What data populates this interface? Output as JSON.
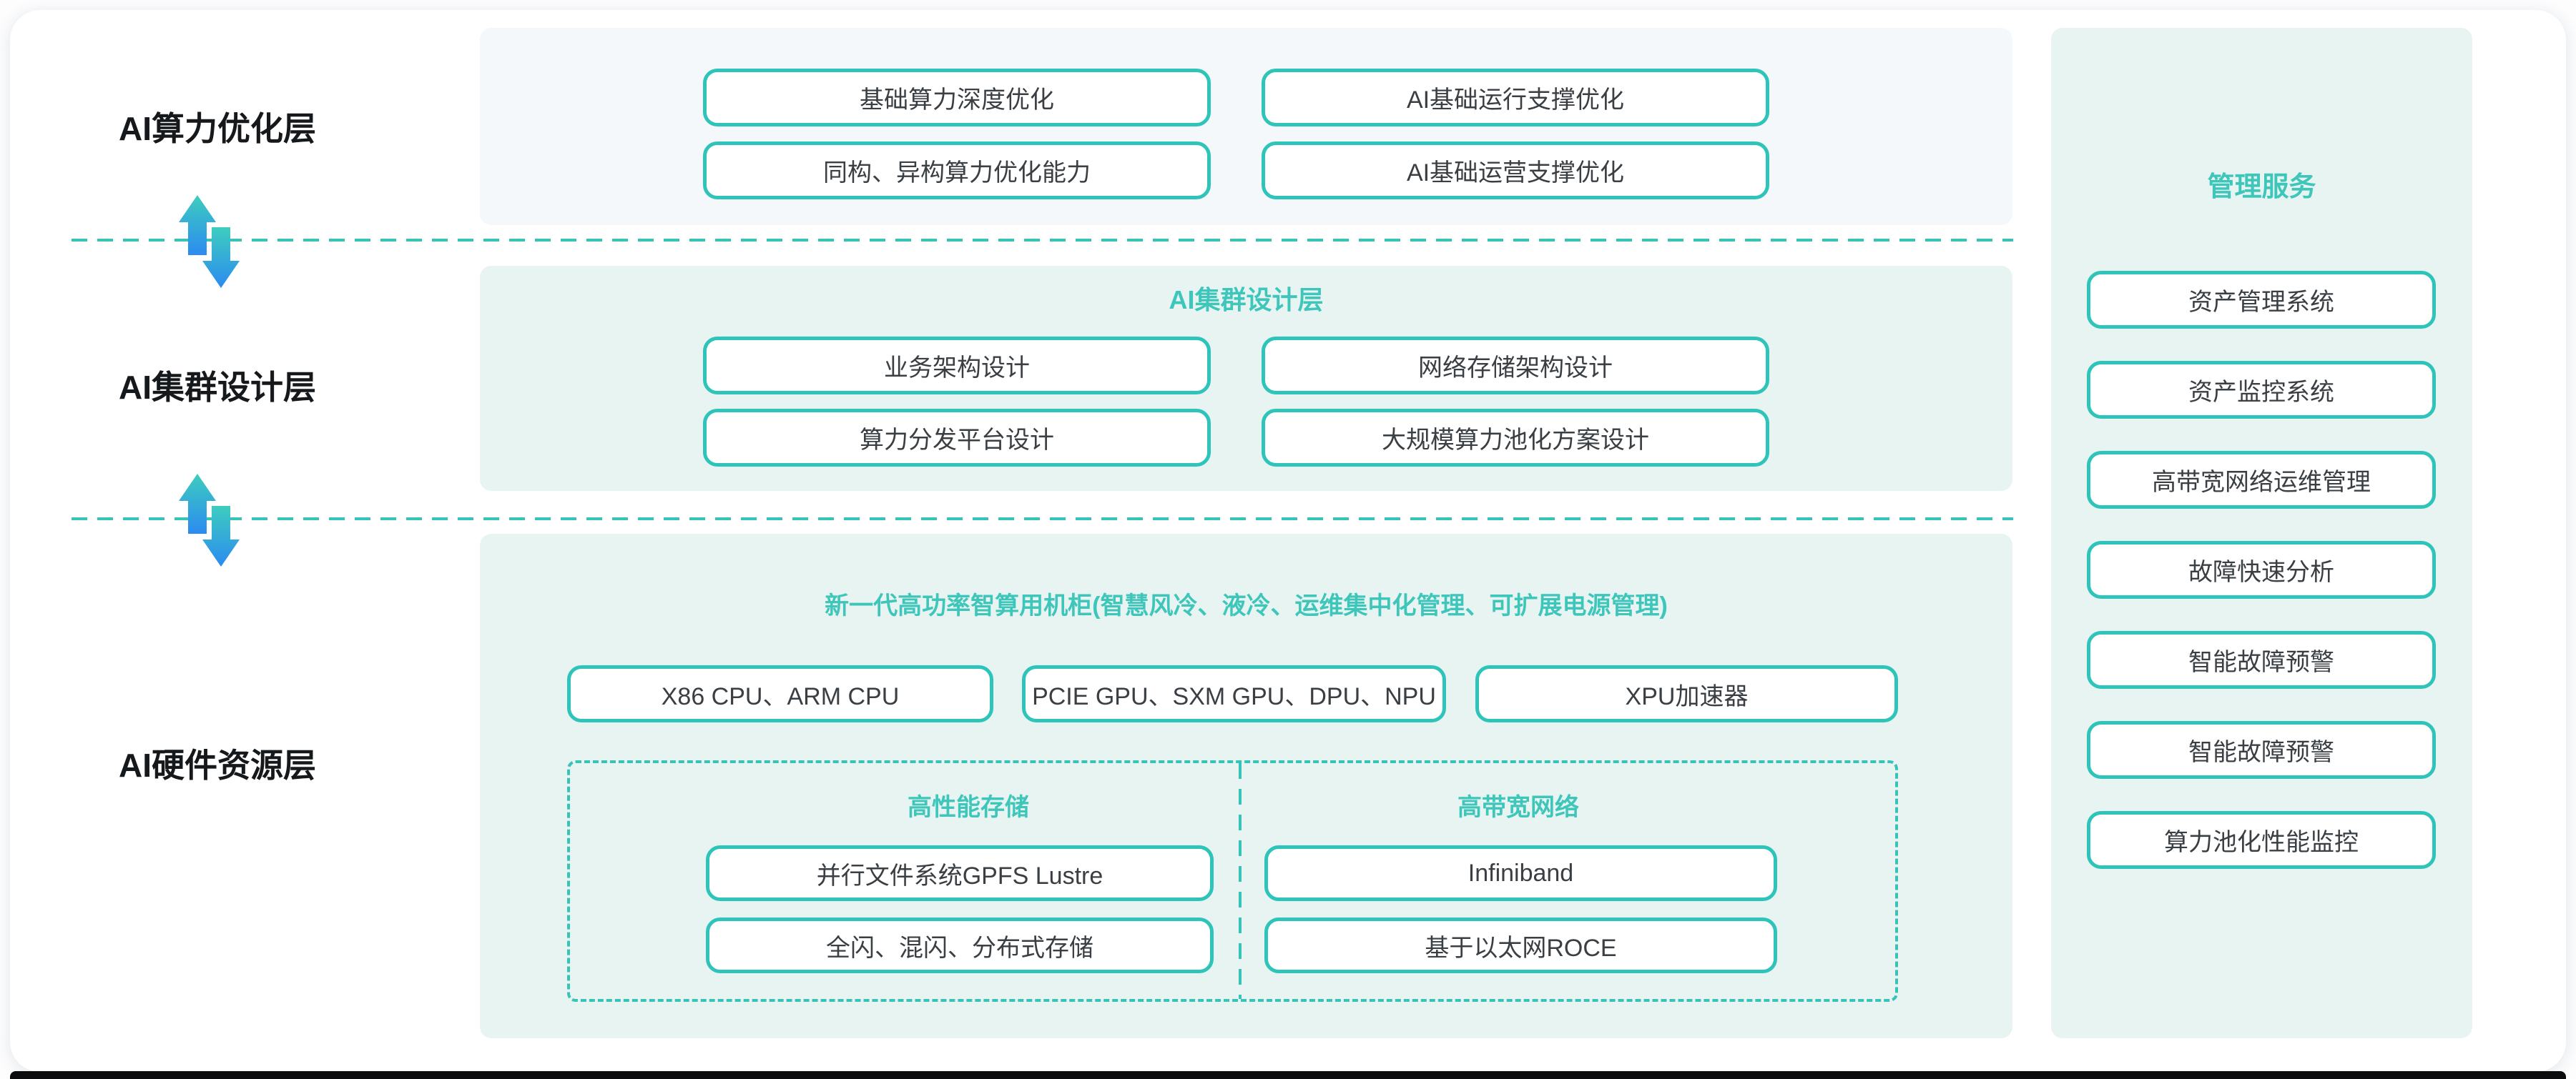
{
  "colors": {
    "teal_border": "#2ec4b9",
    "teal_text": "#3ec6bb",
    "section_first_bg": "#f4f8fa",
    "section_teal_bg": "#e8f4f2",
    "box_text": "#3a3f44",
    "label_text": "#16191c",
    "arrow_gradient_top": "#3ecdbf",
    "arrow_gradient_bottom": "#2b8bf0",
    "bottom_bar": "#0c0c0e"
  },
  "layer_labels": {
    "optimization": "AI算力优化层",
    "cluster": "AI集群设计层",
    "hardware": "AI硬件资源层"
  },
  "sections": {
    "optimization": {
      "boxes": [
        "基础算力深度优化",
        "AI基础运行支撑优化",
        "同构、异构算力优化能力",
        "AI基础运营支撑优化"
      ]
    },
    "cluster": {
      "title": "AI集群设计层",
      "boxes": [
        "业务架构设计",
        "网络存储架构设计",
        "算力分发平台设计",
        "大规模算力池化方案设计"
      ]
    },
    "hardware": {
      "title": "新一代高功率智算用机柜(智慧风冷、液冷、运维集中化管理、可扩展电源管理)",
      "compute_boxes": [
        "X86 CPU、ARM CPU",
        "PCIE GPU、SXM GPU、DPU、NPU",
        "XPU加速器"
      ],
      "storage": {
        "title": "高性能存储",
        "boxes": [
          "并行文件系统GPFS Lustre",
          "全闪、混闪、分布式存储"
        ]
      },
      "network": {
        "title": "高带宽网络",
        "boxes": [
          "Infiniband",
          "基于以太网ROCE"
        ]
      }
    }
  },
  "management": {
    "title": "管理服务",
    "boxes": [
      "资产管理系统",
      "资产监控系统",
      "高带宽网络运维管理",
      "故障快速分析",
      "智能故障预警",
      "智能故障预警",
      "算力池化性能监控"
    ]
  }
}
